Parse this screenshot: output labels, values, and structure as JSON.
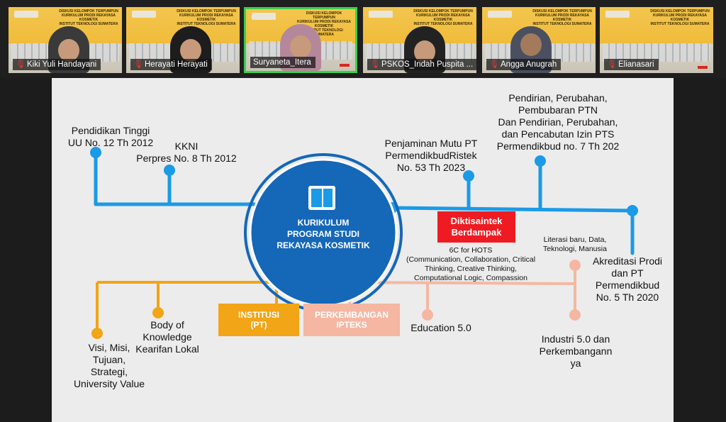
{
  "participants": [
    {
      "name": "Kiki Yuli Handayani",
      "muted": true,
      "active": false
    },
    {
      "name": "Herayati Herayati",
      "muted": true,
      "active": false
    },
    {
      "name": "Suryaneta_Itera",
      "muted": false,
      "active": true
    },
    {
      "name": "PSKOS_Indah Puspita ...",
      "muted": true,
      "active": false
    },
    {
      "name": "Angga Anugrah",
      "muted": true,
      "active": false
    },
    {
      "name": "Elianasari",
      "muted": true,
      "active": false
    }
  ],
  "tile_banner": [
    "DISKUSI KELOMPOK TERPUMPUN",
    "KURIKULUM PRODI REKAYASA KOSMETIK",
    "INSTITUT TEKNOLOGI SUMATERA"
  ],
  "slide": {
    "center": {
      "line1": "KURIKULUM",
      "line2": "PROGRAM STUDI",
      "line3": "REKAYASA KOSMETIK",
      "icon": "book-icon"
    },
    "top_labels": {
      "pendidikan": [
        "Pendidikan Tinggi",
        "UU No. 12 Th 2012"
      ],
      "kkni": [
        "KKNI",
        "Perpres No. 8 Th 2012"
      ],
      "penjaminan": [
        "Penjaminan Mutu PT",
        "PermendikbudRistek",
        "No. 53 Th 2023"
      ],
      "pendirian": [
        "Pendirian, Perubahan,",
        "Pembubaran PTN",
        "Dan Pendirian, Perubahan,",
        "dan Pencabutan Izin PTS",
        "Permendikbud no. 7 Th 202"
      ],
      "akreditasi": [
        "Akreditasi Prodi",
        "dan PT",
        "Permendikbud",
        "No. 5 Th 2020"
      ]
    },
    "diktisaintek": [
      "Diktisaintek",
      "Berdampak"
    ],
    "literasi": [
      "Literasi baru, Data,",
      "Teknologi, Manusia"
    ],
    "sixc": [
      "6C for HOTS",
      "(Communication, Collaboration, Critical",
      "Thinking, Creative Thinking,",
      "Computational Logic, Compassion"
    ],
    "institusi": [
      "INSTITUSI",
      "(PT)"
    ],
    "iptek": [
      "PERKEMBANGAN",
      "IPTEKS"
    ],
    "bottom_labels": {
      "visi": [
        "Visi, Misi,",
        "Tujuan,",
        "Strategi,",
        "University Value"
      ],
      "body": [
        "Body of",
        "Knowledge",
        "Kearifan Lokal"
      ],
      "education": [
        "Education 5.0"
      ],
      "industri": [
        "Industri 5.0 dan",
        "Perkembangann",
        "ya"
      ]
    },
    "colors": {
      "blue": "#1b9ae6",
      "navy": "#1567b8",
      "orange": "#f2a516",
      "peach": "#f5b7a2",
      "red": "#ee1c22"
    }
  }
}
